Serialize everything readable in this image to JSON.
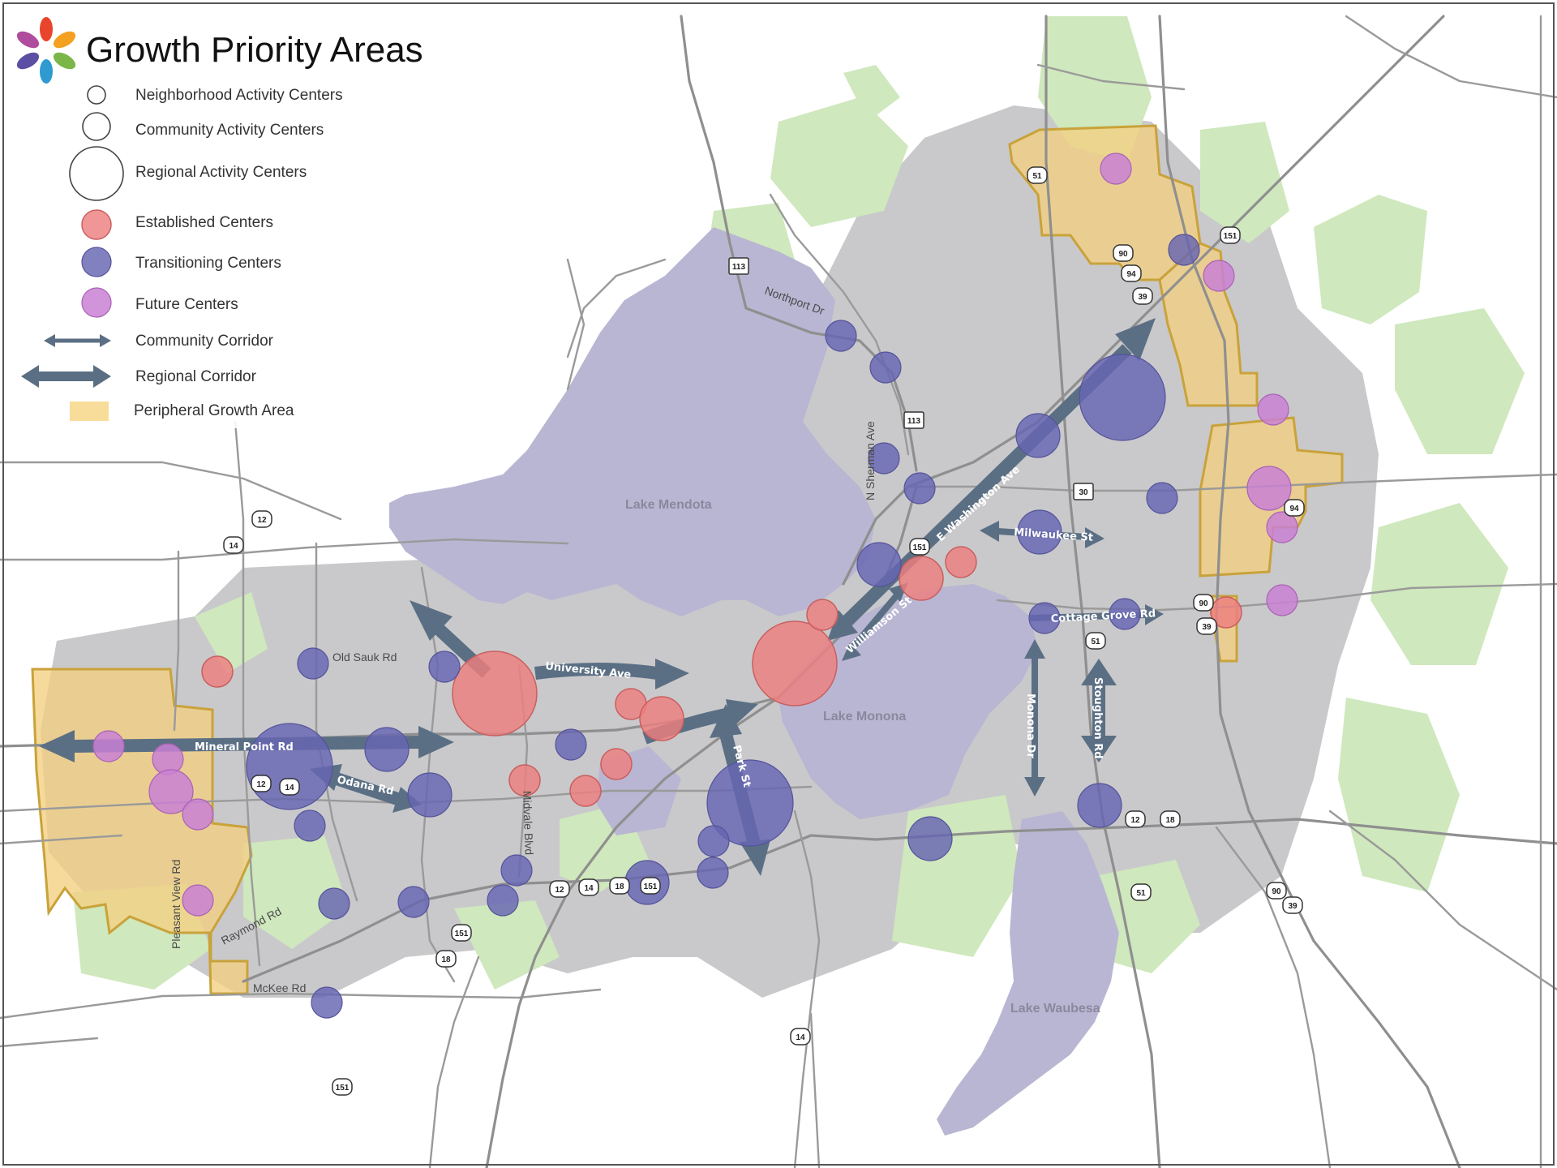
{
  "title": "Growth Priority Areas",
  "legend": [
    {
      "symbol": "circle-small",
      "label": "Neighborhood Activity Centers"
    },
    {
      "symbol": "circle-medium",
      "label": "Community Activity Centers"
    },
    {
      "symbol": "circle-large",
      "label": "Regional Activity Centers"
    },
    {
      "symbol": "established",
      "label": "Established Centers"
    },
    {
      "symbol": "transitioning",
      "label": "Transitioning Centers"
    },
    {
      "symbol": "future",
      "label": "Future Centers"
    },
    {
      "symbol": "community-corridor",
      "label": "Community Corridor"
    },
    {
      "symbol": "regional-corridor",
      "label": "Regional Corridor"
    },
    {
      "symbol": "peripheral",
      "label": "Peripheral Growth Area"
    }
  ],
  "colors": {
    "established": "#ee7f7f",
    "transitioning": "#6765b2",
    "future": "#c980d4",
    "corridor": "#5b6f84",
    "peripheral": "#f3cf80",
    "lake": "#b9b6d3",
    "park": "#cfe8bd",
    "urban": "#c9c9cb"
  },
  "lakes": {
    "mendota": "Lake Mendota",
    "monona": "Lake Monona",
    "waubesa": "Lake Waubesa"
  },
  "roads": {
    "northport": "Northport Dr",
    "sherman": "N Sherman Ave",
    "old_sauk": "Old Sauk Rd",
    "university": "University Ave",
    "mineral_point": "Mineral Point Rd",
    "odana": "Odana Rd",
    "midvale": "Midvale Blvd",
    "park": "Park St",
    "williamson": "Williamson St",
    "e_washington": "E Washington Ave",
    "milwaukee": "Milwaukee St",
    "cottage_grove": "Cottage Grove Rd",
    "monona_dr": "Monona Dr",
    "stoughton": "Stoughton Rd",
    "pleasant_view": "Pleasant View Rd",
    "raymond": "Raymond Rd",
    "mckee": "McKee Rd"
  },
  "shields": [
    "113",
    "113",
    "51",
    "151",
    "90",
    "94",
    "39",
    "30",
    "151",
    "94",
    "90",
    "39",
    "51",
    "12",
    "14",
    "12",
    "14",
    "12",
    "14",
    "18",
    "151",
    "151",
    "18",
    "12",
    "18",
    "90",
    "39",
    "51",
    "14",
    "151"
  ]
}
